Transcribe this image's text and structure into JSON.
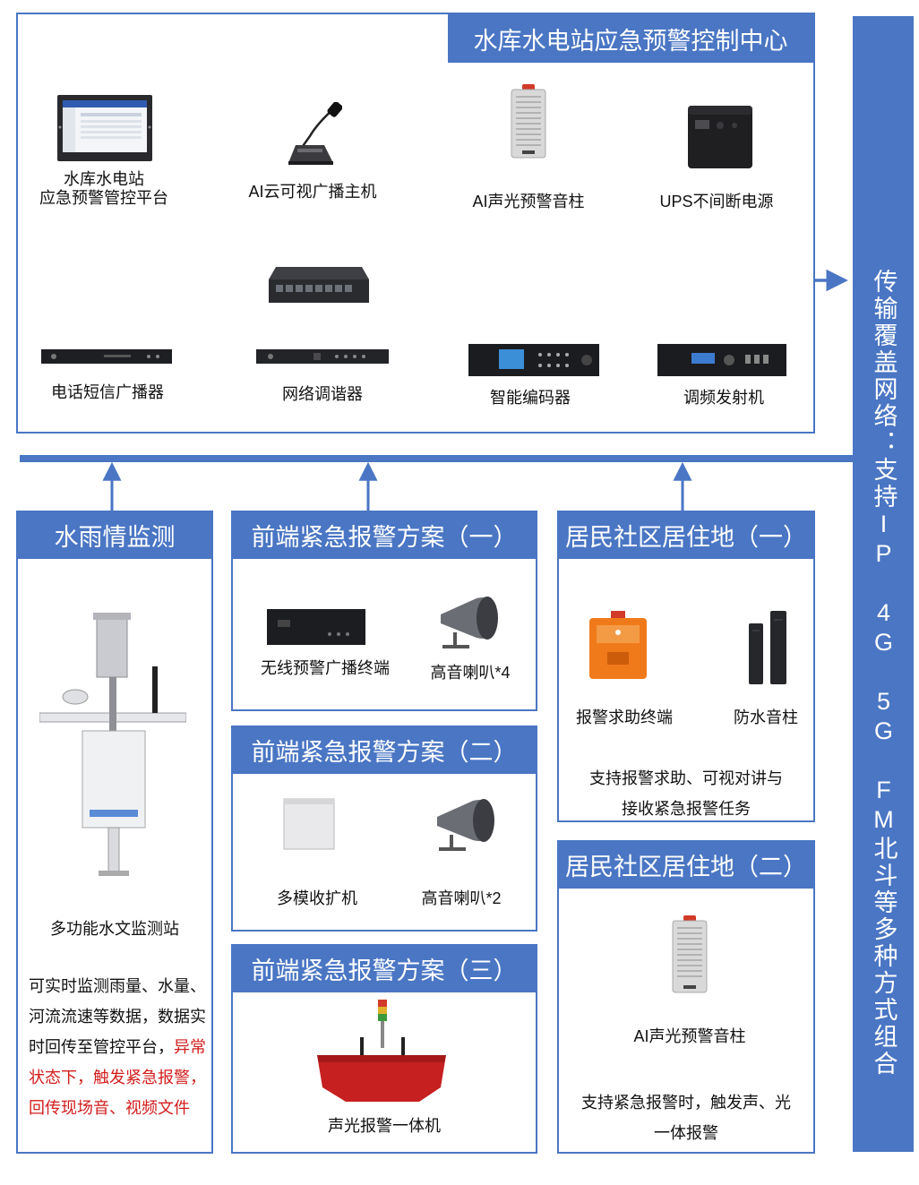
{
  "control_center": {
    "title": "水库水电站应急预警控制中心",
    "devices_top": [
      {
        "label": "水库水电站\n应急预警管控平台",
        "icon": "monitor-platform-icon"
      },
      {
        "label": "AI云可视广播主机",
        "icon": "microphone-host-icon"
      },
      {
        "label": "AI声光预警音柱",
        "icon": "sound-column-icon"
      },
      {
        "label": "UPS不间断电源",
        "icon": "ups-icon"
      }
    ],
    "switch_icon": "network-switch-icon",
    "devices_bottom": [
      {
        "label": "电话短信广播器",
        "icon": "rack-unit-icon"
      },
      {
        "label": "网络调谐器",
        "icon": "rack-unit-icon"
      },
      {
        "label": "智能编码器",
        "icon": "encoder-icon"
      },
      {
        "label": "调频发射机",
        "icon": "fm-transmitter-icon"
      }
    ]
  },
  "network_banner": "传输覆盖网络：支持IP 4G 5G FM北斗等多种方式组合",
  "hydro": {
    "title": "水雨情监测",
    "device_label": "多功能水文监测站",
    "icon": "hydrology-station-icon",
    "desc_normal": "可实时监测雨量、水量、河流流速等数据，数据实时回传至管控平台，",
    "desc_alert": "异常状态下，触发紧急报警，回传现场音、视频文件"
  },
  "plan1": {
    "title": "前端紧急报警方案（一）",
    "left_label": "无线预警广播终端",
    "right_label": "高音喇叭*4",
    "left_icon": "wireless-terminal-icon",
    "right_icon": "horn-speaker-icon"
  },
  "plan2": {
    "title": "前端紧急报警方案（二）",
    "left_label": "多模收扩机",
    "right_label": "高音喇叭*2",
    "left_icon": "receiver-amplifier-icon",
    "right_icon": "horn-speaker-icon"
  },
  "plan3": {
    "title": "前端紧急报警方案（三）",
    "label": "声光报警一体机",
    "icon": "alarm-light-unit-icon"
  },
  "community1": {
    "title": "居民社区居住地（一）",
    "left_label": "报警求助终端",
    "right_label": "防水音柱",
    "left_icon": "help-terminal-icon",
    "right_icon": "waterproof-column-icon",
    "desc": "支持报警求助、可视对讲与\n接收紧急报警任务"
  },
  "community2": {
    "title": "居民社区居住地（二）",
    "label": "AI声光预警音柱",
    "icon": "sound-column-icon",
    "desc": "支持紧急报警时，触发声、光\n一体报警"
  },
  "colors": {
    "accent": "#4a76c4",
    "alert": "#d21d1d"
  }
}
